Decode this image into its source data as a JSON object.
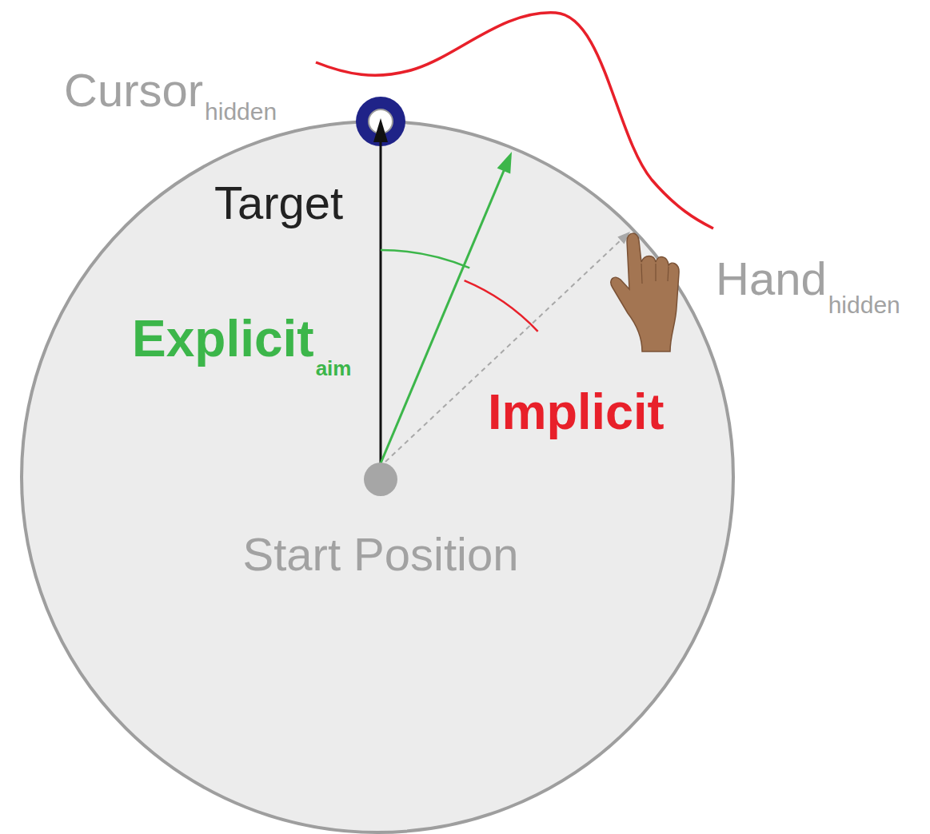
{
  "diagram": {
    "labels": [
      "Cursor",
      "hidden",
      "Target",
      "Explicit",
      "aim",
      "Implicit",
      "Hand",
      "hidden",
      "Start Position"
    ]
  }
}
